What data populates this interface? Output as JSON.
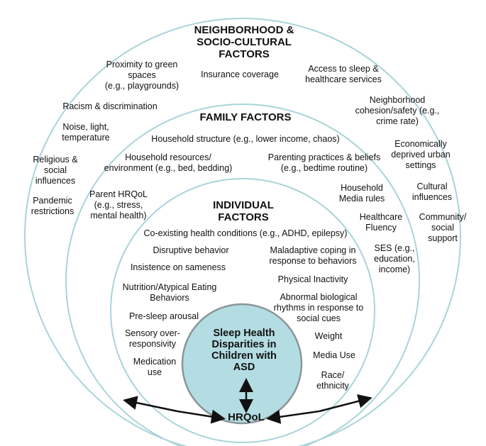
{
  "colors": {
    "ring_stroke": "#a9d4d9",
    "core_fill": "#b3dde2",
    "core_stroke": "#8a9598",
    "arrow": "#111111"
  },
  "neighborhood": {
    "title": "NEIGHBORHOOD &\nSOCIO-CULTURAL\nFACTORS",
    "items": {
      "green_spaces": "Proximity to green\nspaces\n(e.g., playgrounds)",
      "insurance": "Insurance coverage",
      "access": "Access to sleep &\nhealthcare services",
      "racism": "Racism & discrimination",
      "cohesion": "Neighborhood\ncohesion/safety (e.g.,\ncrime rate)",
      "noise": "Noise, light,\ntemperature",
      "deprived": "Economically\ndeprived urban\nsettings",
      "religious": "Religious &\nsocial\ninfluences",
      "cultural": "Cultural\ninfluences",
      "pandemic": "Pandemic\nrestrictions",
      "community": "Community/\nsocial\nsupport"
    }
  },
  "family": {
    "title": "FAMILY FACTORS",
    "items": {
      "structure": "Household structure (e.g., lower income, chaos)",
      "resources": "Household resources/\nenvironment (e.g., bed, bedding)",
      "parenting": "Parenting practices & beliefs\n(e.g., bedtime routine)",
      "parent_hrqol": "Parent HRQoL\n(e.g., stress,\nmental health)",
      "media_rules": "Household\nMedia rules",
      "fluency": "Healthcare\nFluency",
      "ses": "SES (e.g.,\neducation,\nincome)"
    }
  },
  "individual": {
    "title": "INDIVIDUAL\nFACTORS",
    "items": {
      "coexisting": "Co-existing health conditions (e.g., ADHD, epilepsy)",
      "disruptive": "Disruptive behavior",
      "maladaptive": "Maladaptive coping in\nresponse to behaviors",
      "insistence": "Insistence on sameness",
      "inactivity": "Physical Inactivity",
      "nutrition": "Nutrition/Atypical Eating\nBehaviors",
      "biological": "Abnormal biological\nrhythms in response to\nsocial cues",
      "presleep": "Pre-sleep arousal",
      "sensory": "Sensory over-\nresponsivity",
      "weight": "Weight",
      "media_use": "Media Use",
      "medication": "Medication\nuse",
      "race": "Race/\nethnicity"
    }
  },
  "core": {
    "title": "Sleep Health\nDisparities in\nChildren with\nASD"
  },
  "outcome": {
    "label": "HRQoL"
  }
}
